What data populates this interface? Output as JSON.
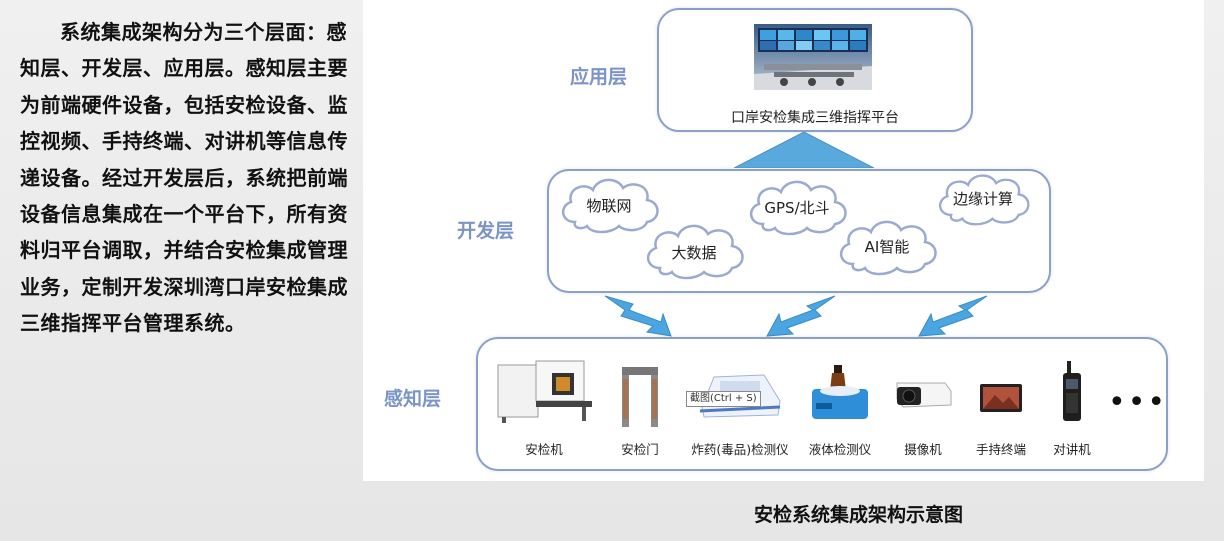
{
  "description_text": "系统集成架构分为三个层面：感知层、开发层、应用层。感知层主要为前端硬件设备，包括安检设备、监控视频、手持终端、对讲机等信息传递设备。经过开发层后，系统把前端设备信息集成在一个平台下，所有资料归平台调取，并结合安检集成管理业务，定制开发深圳湾口岸安检集成三维指挥平台管理系统。",
  "layers": {
    "application": {
      "label": "应用层",
      "platform_title": "口岸安检集成三维指挥平台",
      "image": "command-center-photo"
    },
    "development": {
      "label": "开发层",
      "technologies": [
        "物联网",
        "GPS/北斗",
        "边缘计算",
        "大数据",
        "AI智能"
      ]
    },
    "perception": {
      "label": "感知层",
      "devices": [
        {
          "name": "安检机",
          "icon": "xray-scanner-icon"
        },
        {
          "name": "安检门",
          "icon": "metal-detector-gate-icon"
        },
        {
          "name": "炸药(毒品)检测仪",
          "icon": "explosive-detector-icon"
        },
        {
          "name": "液体检测仪",
          "icon": "liquid-detector-icon"
        },
        {
          "name": "摄像机",
          "icon": "camera-icon"
        },
        {
          "name": "手持终端",
          "icon": "tablet-icon"
        },
        {
          "name": "对讲机",
          "icon": "walkie-talkie-icon"
        }
      ],
      "more": "•••"
    }
  },
  "screenshot_tooltip": "截图(Ctrl + S)",
  "caption": "安检系统集成架构示意图",
  "colors": {
    "border": "#8aa0c8",
    "label": "#7b94c8",
    "arrow": "#5aa9dd"
  }
}
